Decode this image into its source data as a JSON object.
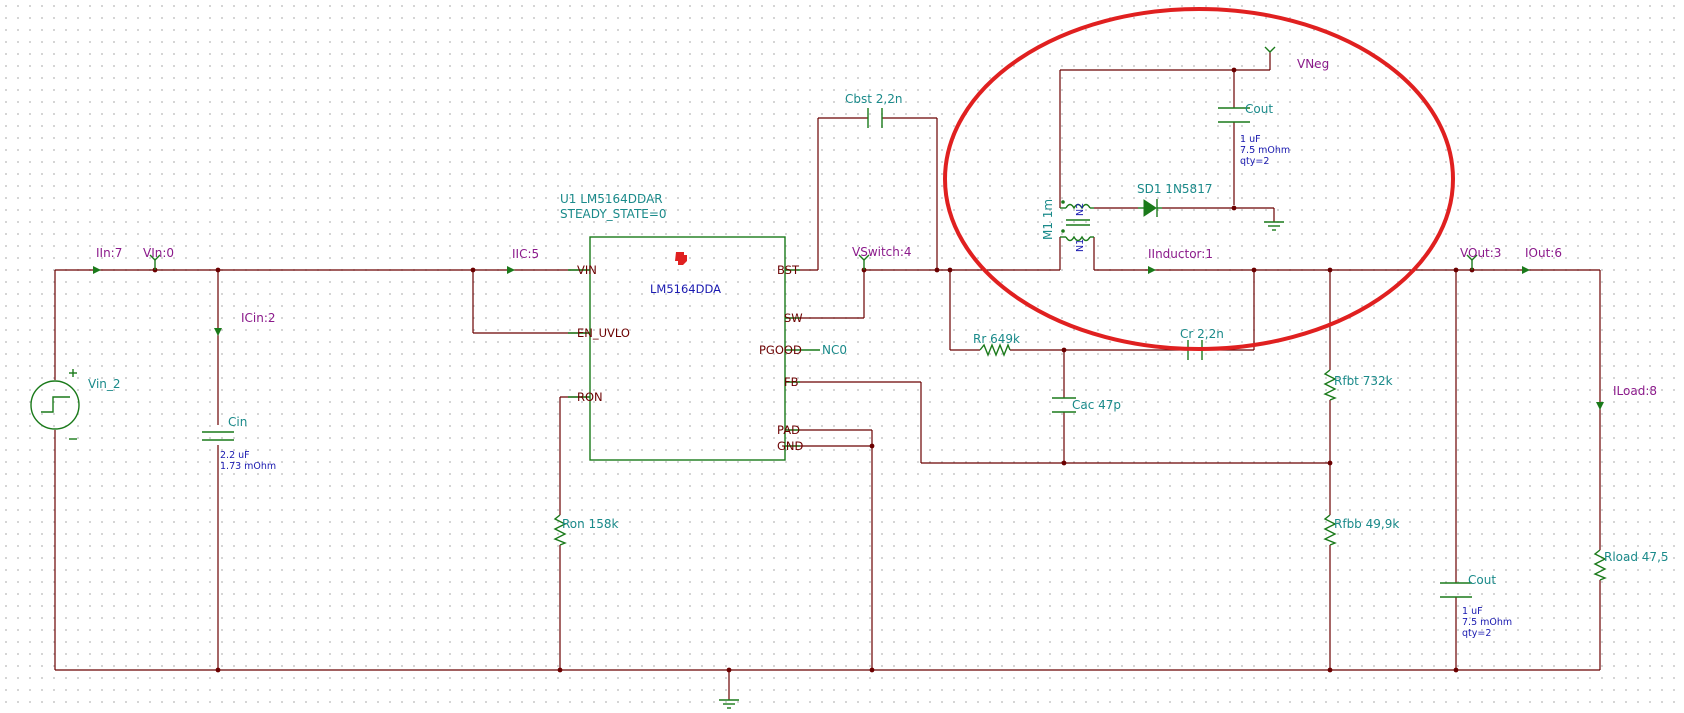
{
  "colors": {
    "wire": "#6b0000",
    "component": "#1a7a1a",
    "probe_label": "#8b1a8b",
    "component_label": "#1a8a8a",
    "value_text": "#1a1ab0",
    "highlight_circle": "#e02020"
  },
  "probes": {
    "iin": "IIn:7",
    "vin": "VIn:0",
    "iic": "IIC:5",
    "icin": "ICin:2",
    "vswitch": "VSwitch:4",
    "iinductor": "IInductor:1",
    "vout": "VOut:3",
    "iout": "IOut:6",
    "iload": "ILoad:8",
    "vneg": "VNeg"
  },
  "components": {
    "vin_source": "Vin_2",
    "cin": {
      "name": "Cin",
      "values": [
        "2.2 uF",
        "1.73 mOhm"
      ]
    },
    "ic": {
      "ref": "U1  LM5164DDAR",
      "state": "STEADY_STATE=0",
      "part": "LM5164DDA",
      "pins": {
        "vin": "VIN",
        "en_uvlo": "EN_UVLO",
        "ron": "RON",
        "bst": "BST",
        "sw": "SW",
        "pgood": "PGOOD",
        "fb": "FB",
        "pad": "PAD",
        "gnd": "GND"
      },
      "nc_label": "NC0"
    },
    "cbst": "Cbst 2,2n",
    "ron": "Ron 158k",
    "rr": "Rr 649k",
    "cr": "Cr 2,2n",
    "cac": "Cac 47p",
    "rfbt": "Rfbt 732k",
    "rfbb": "Rfbb 49,9k",
    "cout_main": {
      "name": "Cout",
      "values": [
        "1 uF",
        "7.5 mOhm",
        "qty=2"
      ]
    },
    "cout_neg": {
      "name": "Cout",
      "values": [
        "1 uF",
        "7.5 mOhm",
        "qty=2"
      ]
    },
    "rload": "Rload 47,5",
    "transformer": {
      "name": "M1 1m",
      "n1": "N1",
      "n2": "N2"
    },
    "diode": "SD1 1N5817"
  }
}
